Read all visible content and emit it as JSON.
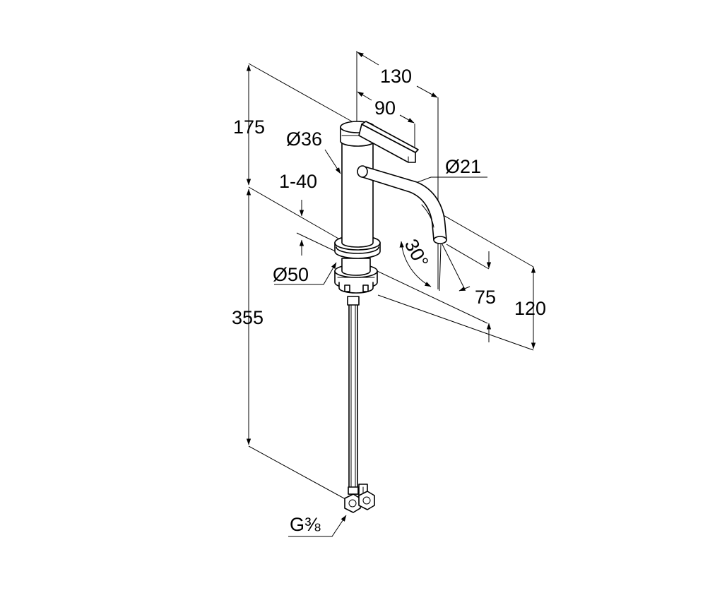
{
  "labels": {
    "height_handle": "175",
    "depth_total": "130",
    "depth_handle": "90",
    "body_diameter": "Ø36",
    "spout_diameter": "Ø21",
    "deck_thickness": "1-40",
    "base_diameter": "Ø50",
    "angle": "30°",
    "outlet_height": "75",
    "spout_height": "120",
    "total_height": "355",
    "connection_thread": "G⅜"
  },
  "colors": {
    "line": "#000000",
    "background": "#ffffff"
  }
}
